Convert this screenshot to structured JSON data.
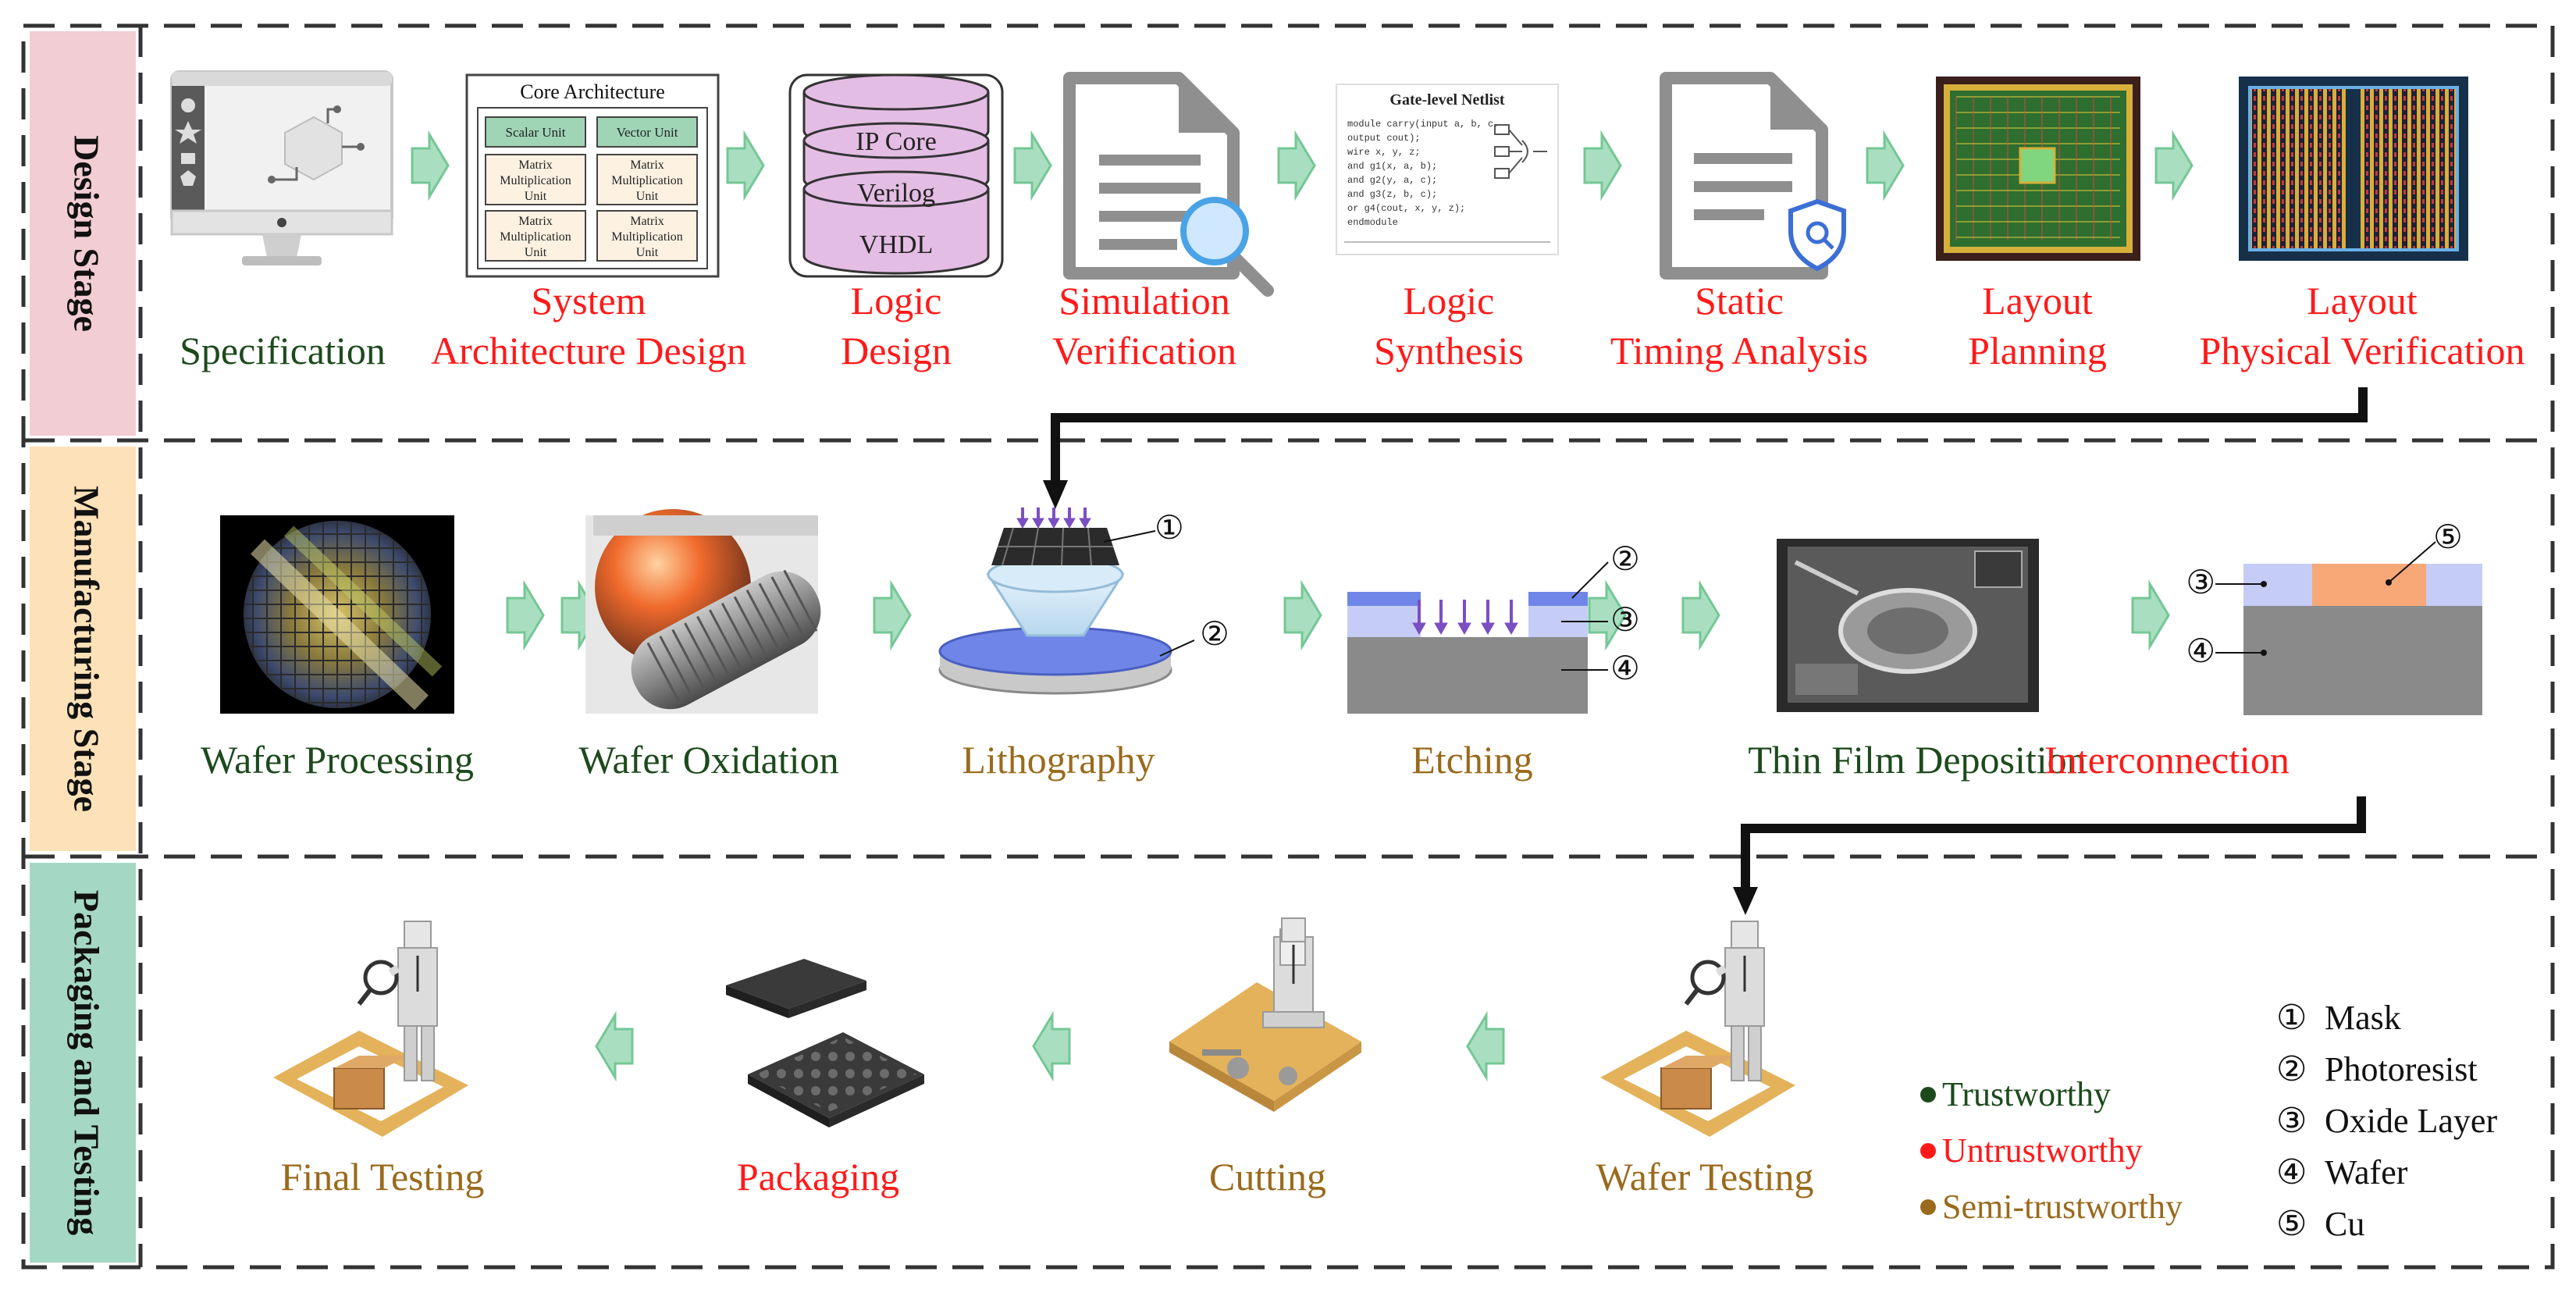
{
  "colors": {
    "trustworthy": "#1d4a1d",
    "untrustworthy": "#ff1a1a",
    "semi_trustworthy": "#9a6a1c",
    "arrow_fill": "#a9dfc0",
    "arrow_stroke": "#74c795",
    "design_band": "#f2cdd3",
    "manufacturing_band": "#fde1b8",
    "packaging_band": "#a5d8c4"
  },
  "stages": {
    "design": "Design Stage",
    "manufacturing": "Manufacturing Stage",
    "packaging": "Packaging and Testing"
  },
  "design_steps": [
    {
      "lines": [
        "Specification"
      ],
      "status": "trustworthy",
      "icon": "computer-monitor-icon"
    },
    {
      "lines": [
        "System",
        "Architecture Design"
      ],
      "status": "untrustworthy",
      "icon": "core-architecture-icon"
    },
    {
      "lines": [
        "Logic",
        "Design"
      ],
      "status": "untrustworthy",
      "icon": "database-stack-icon"
    },
    {
      "lines": [
        "Simulation",
        "Verification"
      ],
      "status": "untrustworthy",
      "icon": "document-magnifier-icon"
    },
    {
      "lines": [
        "Logic",
        "Synthesis"
      ],
      "status": "untrustworthy",
      "icon": "netlist-document-icon"
    },
    {
      "lines": [
        "Static",
        "Timing Analysis"
      ],
      "status": "untrustworthy",
      "icon": "document-shield-icon"
    },
    {
      "lines": [
        "Layout",
        "Planning"
      ],
      "status": "untrustworthy",
      "icon": "chip-layout-icon"
    },
    {
      "lines": [
        "Layout",
        "Physical Verification"
      ],
      "status": "untrustworthy",
      "icon": "physical-layout-icon"
    }
  ],
  "manufacturing_steps": [
    {
      "label": "Wafer Processing",
      "status": "trustworthy",
      "icon": "wafer-photo-icon"
    },
    {
      "label": "Wafer Oxidation",
      "status": "trustworthy",
      "icon": "oxidation-furnace-icon"
    },
    {
      "label": "Lithography",
      "status": "semi_trustworthy",
      "icon": "lithography-icon"
    },
    {
      "label": "Etching",
      "status": "semi_trustworthy",
      "icon": "etching-layers-icon"
    },
    {
      "label": "Thin Film Deposition",
      "status": "trustworthy",
      "icon": "deposition-machine-icon"
    },
    {
      "label": "Interconnection",
      "status": "untrustworthy",
      "icon": "interconnect-layers-icon"
    }
  ],
  "packaging_steps": [
    {
      "label": "Final Testing",
      "status": "semi_trustworthy",
      "icon": "inspector-figure-icon"
    },
    {
      "label": "Packaging",
      "status": "untrustworthy",
      "icon": "bga-package-icon"
    },
    {
      "label": "Cutting",
      "status": "semi_trustworthy",
      "icon": "cutting-worker-icon"
    },
    {
      "label": "Wafer Testing",
      "status": "semi_trustworthy",
      "icon": "inspector-figure-icon"
    }
  ],
  "icon_text": {
    "core_architecture": {
      "title": "Core Architecture",
      "scalar": "Scalar Unit",
      "vector": "Vector Unit",
      "matrix": [
        "Matrix",
        "Multiplication",
        "Unit"
      ]
    },
    "logic_db": [
      "IP Core",
      "Verilog",
      "VHDL"
    ],
    "netlist_title": "Gate-level Netlist",
    "netlist_code": [
      "module carry(input  a, b, c,",
      "              output cout);",
      "  wire    x, y, z;",
      "  and g1(x, a, b);",
      "  and g2(y, a, c);",
      "  and g3(z, b, c);",
      "  or  g4(cout, x, y, z);",
      "endmodule"
    ]
  },
  "callouts": {
    "n1": "①",
    "n2": "②",
    "n3": "③",
    "n4": "④",
    "n5": "⑤"
  },
  "legend": {
    "items": [
      {
        "label": "Trustworthy",
        "status": "trustworthy"
      },
      {
        "label": "Untrustworthy",
        "status": "untrustworthy"
      },
      {
        "label": "Semi-trustworthy",
        "status": "semi_trustworthy"
      }
    ]
  },
  "key": {
    "items": [
      {
        "num": "①",
        "label": "Mask"
      },
      {
        "num": "②",
        "label": "Photoresist"
      },
      {
        "num": "③",
        "label": "Oxide Layer"
      },
      {
        "num": "④",
        "label": "Wafer"
      },
      {
        "num": "⑤",
        "label": "Cu"
      }
    ]
  }
}
